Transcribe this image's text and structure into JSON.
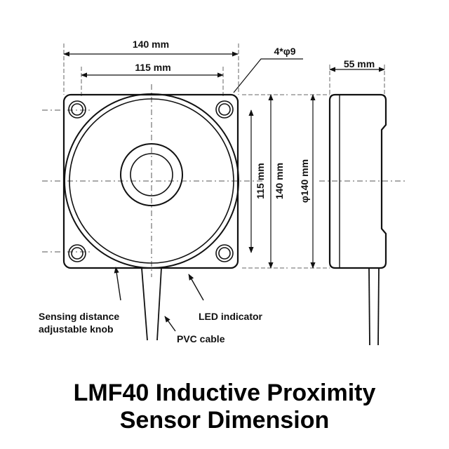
{
  "diagram": {
    "front_view": {
      "width_outer": "140 mm",
      "width_holes": "115 mm",
      "height_holes": "115 mm",
      "height_outer": "140 mm",
      "hole_spec": "4*φ9"
    },
    "side_view": {
      "depth": "55 mm",
      "diameter": "φ140 mm"
    },
    "callouts": {
      "knob_line1": "Sensing distance",
      "knob_line2": "adjustable knob",
      "led": "LED indicator",
      "cable": "PVC cable"
    },
    "title_line1": "LMF40 Inductive Proximity",
    "title_line2": "Sensor Dimension"
  }
}
